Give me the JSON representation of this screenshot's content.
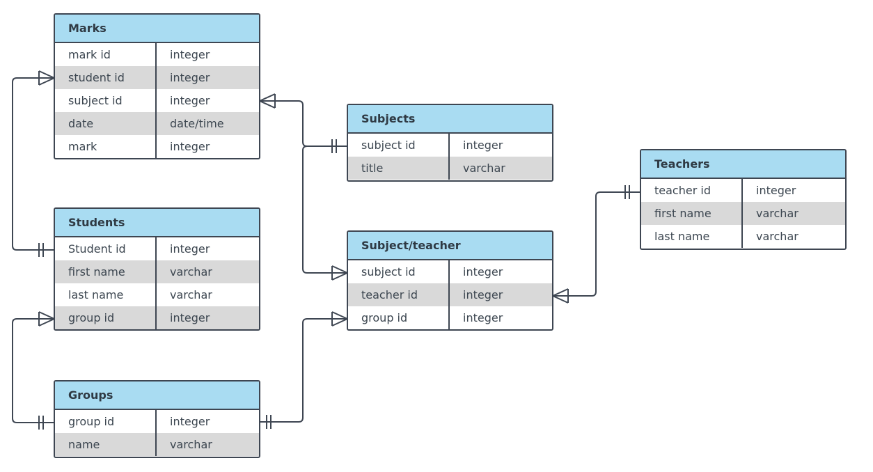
{
  "entities": {
    "marks": {
      "title": "Marks",
      "rows": [
        {
          "name": "mark id",
          "type": "integer"
        },
        {
          "name": "student id",
          "type": "integer"
        },
        {
          "name": "subject id",
          "type": "integer"
        },
        {
          "name": "date",
          "type": "date/time"
        },
        {
          "name": "mark",
          "type": "integer"
        }
      ]
    },
    "subjects": {
      "title": "Subjects",
      "rows": [
        {
          "name": "subject id",
          "type": "integer"
        },
        {
          "name": "title",
          "type": "varchar"
        }
      ]
    },
    "teachers": {
      "title": "Teachers",
      "rows": [
        {
          "name": "teacher id",
          "type": "integer"
        },
        {
          "name": "first name",
          "type": "varchar"
        },
        {
          "name": "last name",
          "type": "varchar"
        }
      ]
    },
    "students": {
      "title": "Students",
      "rows": [
        {
          "name": "Student id",
          "type": "integer"
        },
        {
          "name": "first name",
          "type": "varchar"
        },
        {
          "name": "last name",
          "type": "varchar"
        },
        {
          "name": "group id",
          "type": "integer"
        }
      ]
    },
    "subject_teacher": {
      "title": "Subject/teacher",
      "rows": [
        {
          "name": "subject id",
          "type": "integer"
        },
        {
          "name": "teacher id",
          "type": "integer"
        },
        {
          "name": "group id",
          "type": "integer"
        }
      ]
    },
    "groups": {
      "title": "Groups",
      "rows": [
        {
          "name": "group id",
          "type": "integer"
        },
        {
          "name": "name",
          "type": "varchar"
        }
      ]
    }
  },
  "relationships": [
    {
      "from": "marks.student id",
      "to": "students.Student id",
      "from_end": "many",
      "to_end": "one"
    },
    {
      "from": "marks.subject id",
      "to": "subjects.subject id",
      "from_end": "many",
      "to_end": "one"
    },
    {
      "from": "subject_teacher.subject id",
      "to": "subjects.subject id",
      "from_end": "many",
      "to_end": "one"
    },
    {
      "from": "subject_teacher.teacher id",
      "to": "teachers.teacher id",
      "from_end": "many",
      "to_end": "one"
    },
    {
      "from": "students.group id",
      "to": "groups.group id",
      "from_end": "many",
      "to_end": "one"
    },
    {
      "from": "subject_teacher.group id",
      "to": "groups.group id",
      "from_end": "many",
      "to_end": "one"
    }
  ],
  "colors": {
    "header": "#a9dcf2",
    "alt_row": "#d9d9d9",
    "border": "#3e4652",
    "text": "#3c4650"
  }
}
